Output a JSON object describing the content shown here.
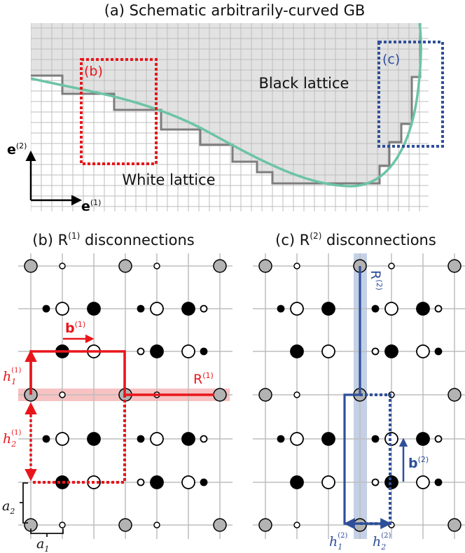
{
  "panel_a": {
    "title": "(a) Schematic arbitrarily-curved GB",
    "label_b": "(b)",
    "label_c": "(c)",
    "black_lattice": "Black lattice",
    "white_lattice": "White lattice",
    "axis_e2": "e",
    "axis_e2_sup": "(2)",
    "axis_e1": "e",
    "axis_e1_sup": "(1)"
  },
  "panel_b": {
    "title": "(b) R",
    "title_sup": "(1)",
    "title_rest": " disconnections",
    "burgers": "b",
    "burgers_sup": "(1)",
    "step": "R",
    "step_sup": "(1)",
    "h1": "h",
    "h1_sub": "1",
    "h1_sup": "(1)",
    "h2": "h",
    "h2_sub": "2",
    "h2_sup": "(1)",
    "a1": "a",
    "a1_sub": "1",
    "a2": "a",
    "a2_sub": "2"
  },
  "panel_c": {
    "title": "(c) R",
    "title_sup": "(2)",
    "title_rest": " disconnections",
    "step": "R",
    "step_sup": "(2)",
    "burgers": "b",
    "burgers_sup": "(2)",
    "h1": "h",
    "h1_sub": "1",
    "h1_sup": "(2)",
    "h2": "h",
    "h2_sub": "2",
    "h2_sup": "(2)"
  },
  "colors": {
    "red": "#e8161b",
    "blue": "#2f4f9a",
    "green": "#6cc4a4",
    "gray_fill": "#e2e2e2",
    "grid": "#bdbdbd",
    "step": "#7d7d7d",
    "light_red": "#f7c2c2",
    "light_blue": "#c4d0e6",
    "site_gray": "#b3b3b3"
  }
}
